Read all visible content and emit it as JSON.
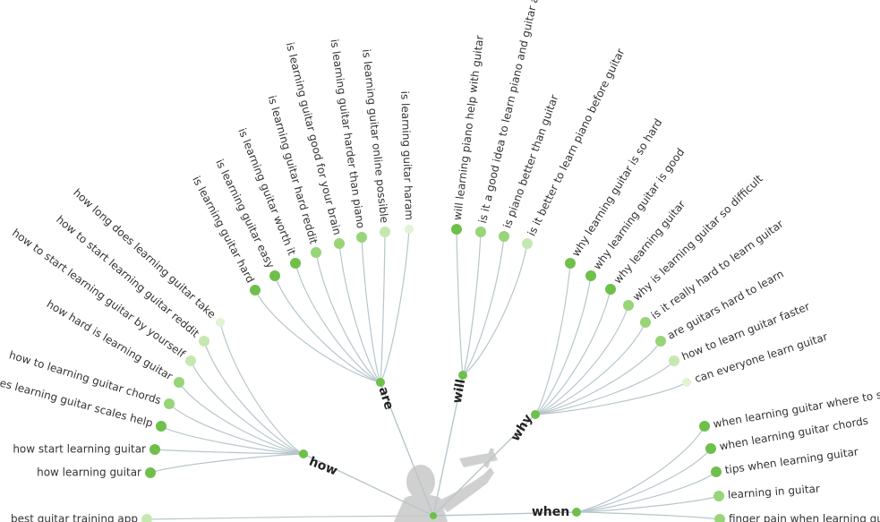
{
  "diagram": {
    "colors": {
      "link": "#b7c6cc",
      "strong": "#6ec04b",
      "medium": "#98d478",
      "light": "#c5e8b0",
      "faint": "#e0f3d4",
      "silhouette": "#c8c8c8"
    },
    "center_icon": "guitar-player-silhouette-icon",
    "branches": [
      {
        "hub": "how",
        "leaves": [
          {
            "text": "how learning guitar",
            "level": "strong"
          },
          {
            "text": "how start learning guitar",
            "level": "strong"
          },
          {
            "text": "how does learning guitar scales help",
            "level": "strong"
          },
          {
            "text": "how to learning guitar chords",
            "level": "medium"
          },
          {
            "text": "how hard is learning guitar",
            "level": "medium"
          },
          {
            "text": "how to start learning guitar by yourself",
            "level": "light"
          },
          {
            "text": "how to start learning guitar reddit",
            "level": "light"
          },
          {
            "text": "how long does learning guitar take",
            "level": "faint"
          }
        ]
      },
      {
        "hub": "are",
        "leaves": [
          {
            "text": "is learning guitar hard",
            "level": "strong"
          },
          {
            "text": "is learning guitar easy",
            "level": "strong"
          },
          {
            "text": "is learning guitar worth it",
            "level": "strong"
          },
          {
            "text": "is learning guitar hard reddit",
            "level": "medium"
          },
          {
            "text": "is learning guitar good for your brain",
            "level": "medium"
          },
          {
            "text": "is learning guitar harder than piano",
            "level": "medium"
          },
          {
            "text": "is learning guitar online possible",
            "level": "light"
          },
          {
            "text": "is learning guitar haram",
            "level": "faint"
          }
        ]
      },
      {
        "hub": "will",
        "leaves": [
          {
            "text": "will learning piano help with guitar",
            "level": "strong"
          },
          {
            "text": "is it a good idea to learn piano and guitar at the same time",
            "level": "medium"
          },
          {
            "text": "is piano better than guitar",
            "level": "medium"
          },
          {
            "text": "is it better to learn piano before guitar",
            "level": "light"
          }
        ]
      },
      {
        "hub": "why",
        "leaves": [
          {
            "text": "why learning guitar is so hard",
            "level": "strong"
          },
          {
            "text": "why learning guitar is good",
            "level": "strong"
          },
          {
            "text": "why learning guitar",
            "level": "strong"
          },
          {
            "text": "why is learning guitar so difficult",
            "level": "medium"
          },
          {
            "text": "is it really hard to learn guitar",
            "level": "medium"
          },
          {
            "text": "are guitars hard to learn",
            "level": "medium"
          },
          {
            "text": "how to learn guitar faster",
            "level": "light"
          },
          {
            "text": "can everyone learn guitar",
            "level": "faint"
          }
        ]
      },
      {
        "hub": "when",
        "leaves": [
          {
            "text": "when learning guitar where to start",
            "level": "strong"
          },
          {
            "text": "when learning guitar chords",
            "level": "strong"
          },
          {
            "text": "tips when learning guitar",
            "level": "strong"
          },
          {
            "text": "learning in guitar",
            "level": "medium"
          },
          {
            "text": "finger pain when learning guitar",
            "level": "medium"
          }
        ]
      },
      {
        "hub": "",
        "leaves": [
          {
            "text": "best guitar training app",
            "level": "light"
          }
        ]
      }
    ]
  }
}
